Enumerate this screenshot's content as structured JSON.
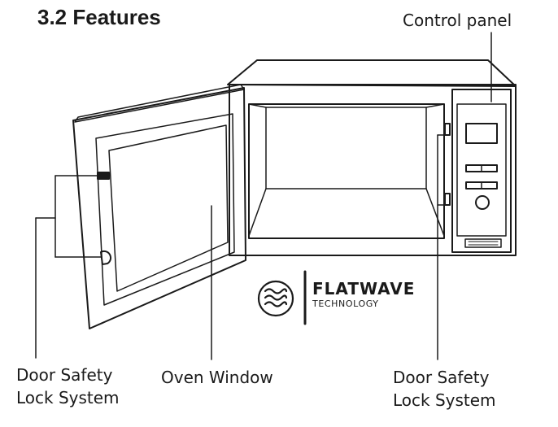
{
  "title": "3.2 Features",
  "labels": {
    "control_panel": "Control panel",
    "door_safety_left": [
      "Door Safety",
      "Lock System"
    ],
    "oven_window": "Oven Window",
    "door_safety_right": [
      "Door Safety",
      "Lock System"
    ]
  },
  "logo": {
    "name": "FLATWAVE",
    "tagline": "TECHNOLOGY",
    "icon": "wave-circle-icon"
  }
}
